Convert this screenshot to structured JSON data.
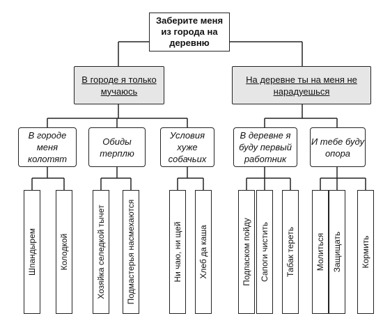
{
  "root": "Заберите меня из города на деревню",
  "left_branch": {
    "title": "В городе я только мучаюсь",
    "groups": [
      {
        "title": "В городе меня колотят",
        "leaves": [
          "Шпандырем",
          "Колодкой"
        ]
      },
      {
        "title": "Обиды терплю",
        "leaves": [
          "Хозяйка селедкой тычет",
          "Подмастерья насмехаются"
        ]
      },
      {
        "title": "Условия хуже собачьих",
        "leaves": [
          "Ни чаю, ни щей",
          "Хлеб да каша"
        ]
      }
    ]
  },
  "right_branch": {
    "title": "На деревне ты на меня не нарадуешься",
    "groups": [
      {
        "title": "В деревне я буду первый работник",
        "leaves": [
          "Подпаском пойду",
          "Сапоги чистить",
          "Табак тереть"
        ]
      },
      {
        "title": "И тебе буду опора",
        "leaves": [
          "Молиться",
          "Защищать",
          "Кормить"
        ]
      }
    ]
  }
}
